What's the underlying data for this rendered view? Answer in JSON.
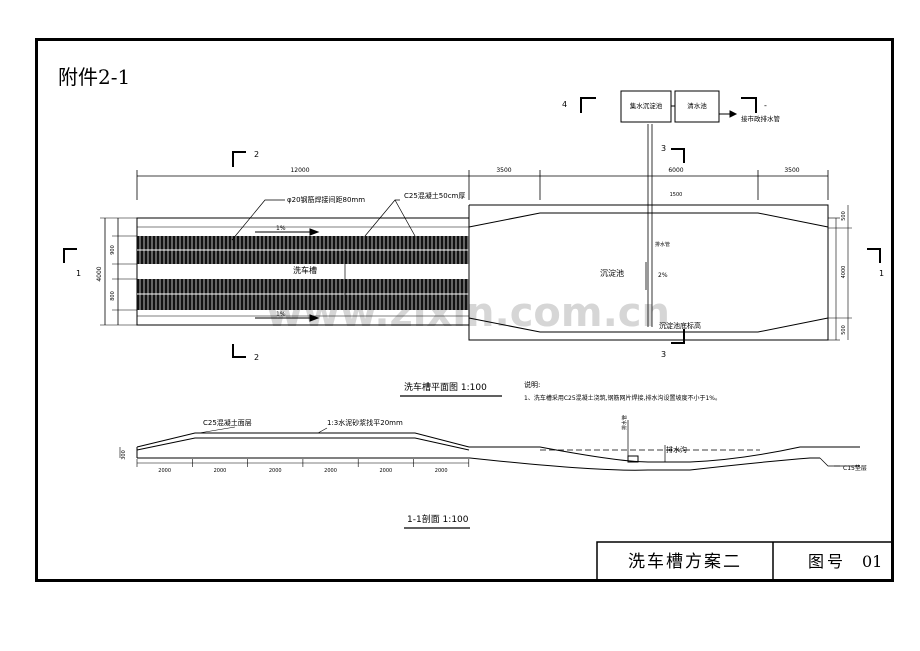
{
  "sheet": {
    "attachment_label": "附件2-1",
    "watermark": "www.zixin.com.cn"
  },
  "title_block": {
    "drawing_title": "洗车槽方案二",
    "number_label": "图号",
    "number_value": "01"
  },
  "section_markers": {
    "top_left": "2",
    "bottom_left": "2",
    "top_mid": "3",
    "bottom_mid": "3",
    "top_right": "4",
    "right_top": "-",
    "right_side": "1",
    "left_side": "1"
  },
  "equipment": {
    "box_left": "集水沉淀池",
    "box_right": "清水池",
    "outlet_note": "接市政排水管"
  },
  "plan": {
    "dim_left": "12000",
    "dim_mid": "3500",
    "dim_right_a": "6000",
    "dim_right_b": "3500",
    "dim_side_total": "4000",
    "dim_side_a": "900",
    "dim_side_b": "800",
    "label_grating": "φ20钢筋焊接间距80mm",
    "label_slope": "C25混凝土50cm厚",
    "label_center": "洗车槽",
    "label_arrow_top": "1%",
    "label_arrow_bottom": "1%",
    "label_pool": "沉淀池",
    "label_pipe": "排水管",
    "label_pipe_dim": "2%",
    "label_pool_bottom": "沉淀池底标高",
    "dim_pool_side": "4000",
    "dim_pool_top": "500",
    "dim_pool_bottom": "500",
    "dim_pool_mid": "1500"
  },
  "plan_caption": "洗车槽平面图 1:100",
  "notes": {
    "heading": "说明:",
    "line1": "1、洗车槽采用C25混凝土浇筑,钢筋网片焊接,排水沟设置坡度不小于1%。"
  },
  "section": {
    "caption": "1-1剖面 1:100",
    "label_left": "C25混凝土面层",
    "label_mid": "1:3水泥砂浆找平20mm",
    "label_right": "排水沟",
    "label_pipe": "排水管",
    "label_end": "C15垫层",
    "dim_height": "300",
    "dims": [
      "2000",
      "2000",
      "2000",
      "2000",
      "2000",
      "2000"
    ]
  }
}
